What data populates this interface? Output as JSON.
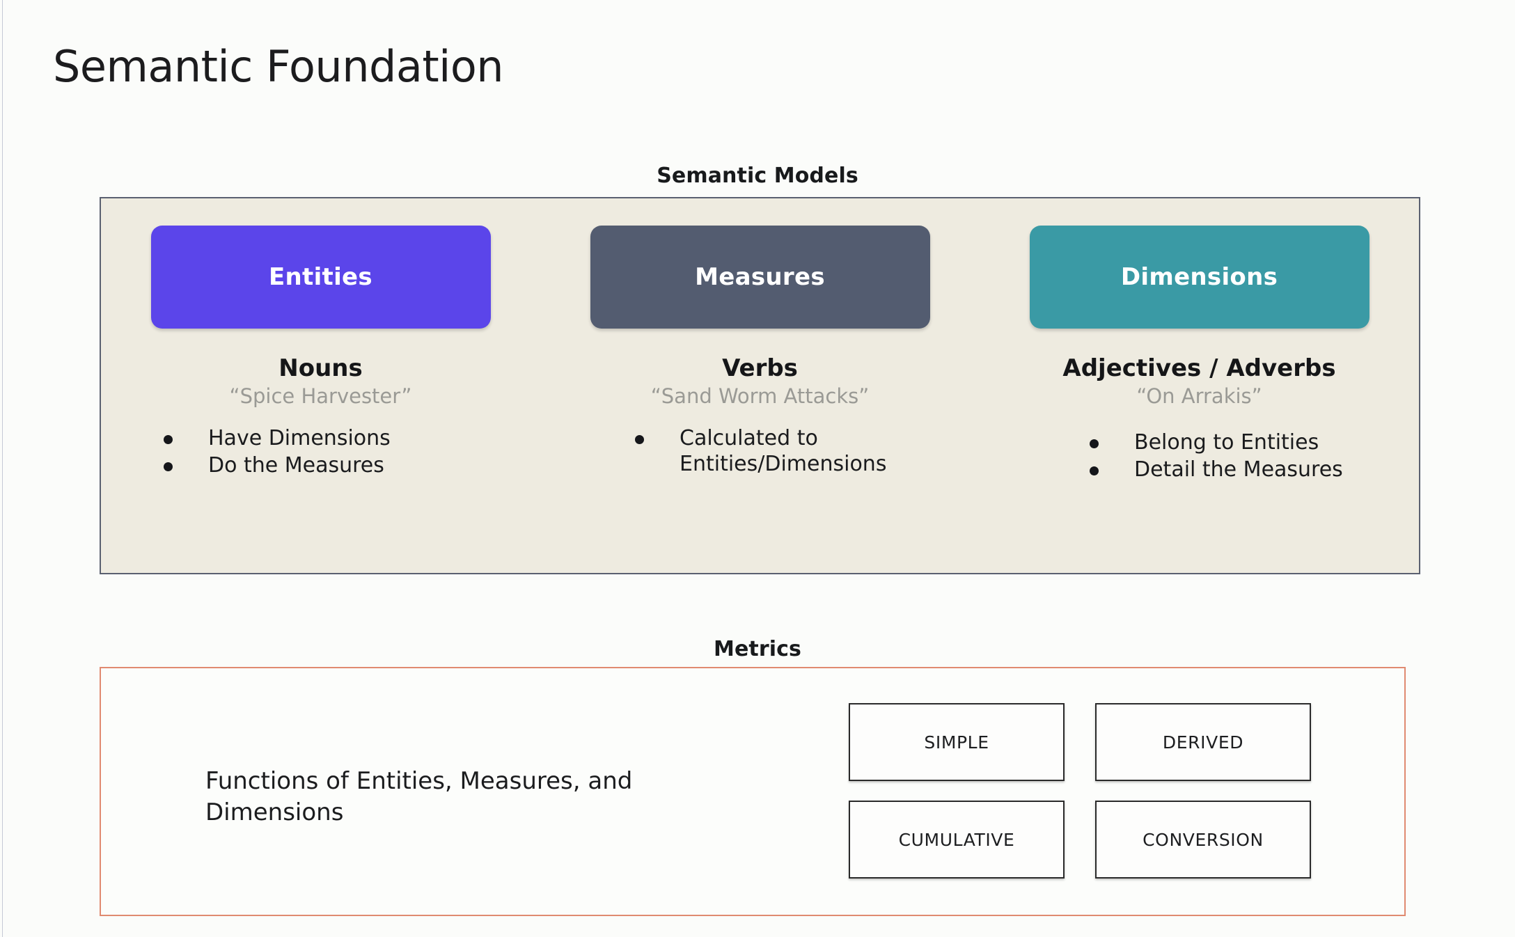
{
  "slide": {
    "title": "Semantic Foundation",
    "background_color": "#fbfcfa"
  },
  "semantic_models": {
    "caption": "Semantic Models",
    "panel_background": "#eeebe0",
    "panel_border_color": "#5a6070",
    "columns": [
      {
        "chip_label": "Entities",
        "chip_color": "#5b45ea",
        "heading": "Nouns",
        "example": "“Spice Harvester”",
        "bullets": [
          "Have Dimensions",
          "Do the Measures"
        ]
      },
      {
        "chip_label": "Measures",
        "chip_color": "#535c70",
        "heading": "Verbs",
        "example": "“Sand Worm Attacks”",
        "bullets": [
          "Calculated to Entities/Dimensions"
        ]
      },
      {
        "chip_label": "Dimensions",
        "chip_color": "#3a9aa5",
        "heading": "Adjectives / Adverbs",
        "example": "“On Arrakis”",
        "bullets": [
          "Belong to Entities",
          "Detail the Measures"
        ]
      }
    ]
  },
  "metrics": {
    "caption": "Metrics",
    "panel_border_color": "#e08a70",
    "description": "Functions of Entities, Measures, and Dimensions",
    "types": [
      "SIMPLE",
      "DERIVED",
      "CUMULATIVE",
      "CONVERSION"
    ]
  }
}
